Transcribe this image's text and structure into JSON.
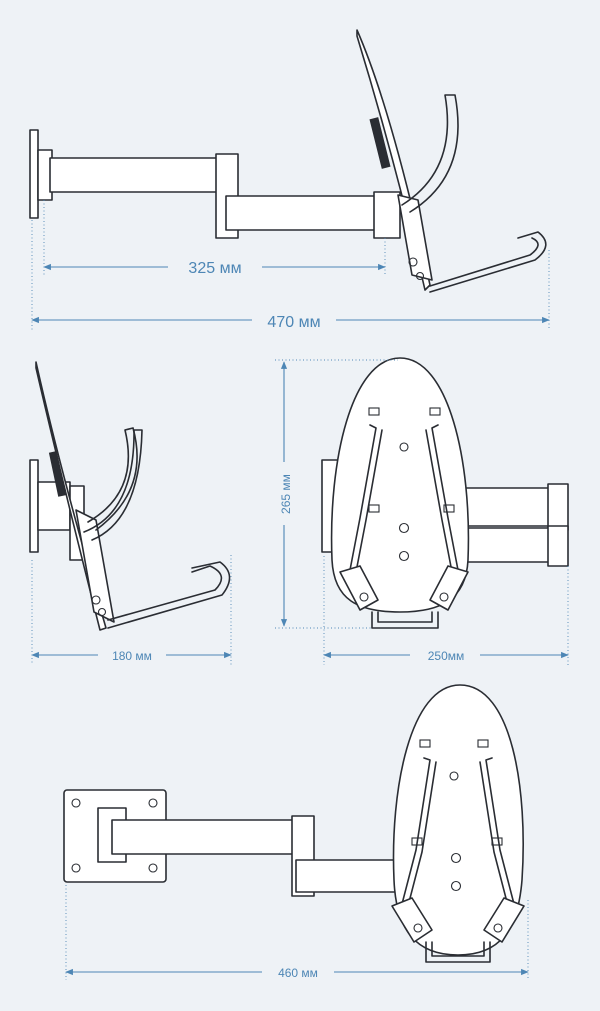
{
  "dimensions": {
    "top_inner": "325 мм",
    "top_total": "470 мм",
    "side_depth": "180 мм",
    "front_height": "265 мм",
    "front_width": "250мм",
    "plan_width": "460 мм"
  },
  "colors": {
    "background": "#eef2f6",
    "outline": "#2a2d33",
    "dimension": "#4d86b5",
    "fill": "#ffffff"
  }
}
